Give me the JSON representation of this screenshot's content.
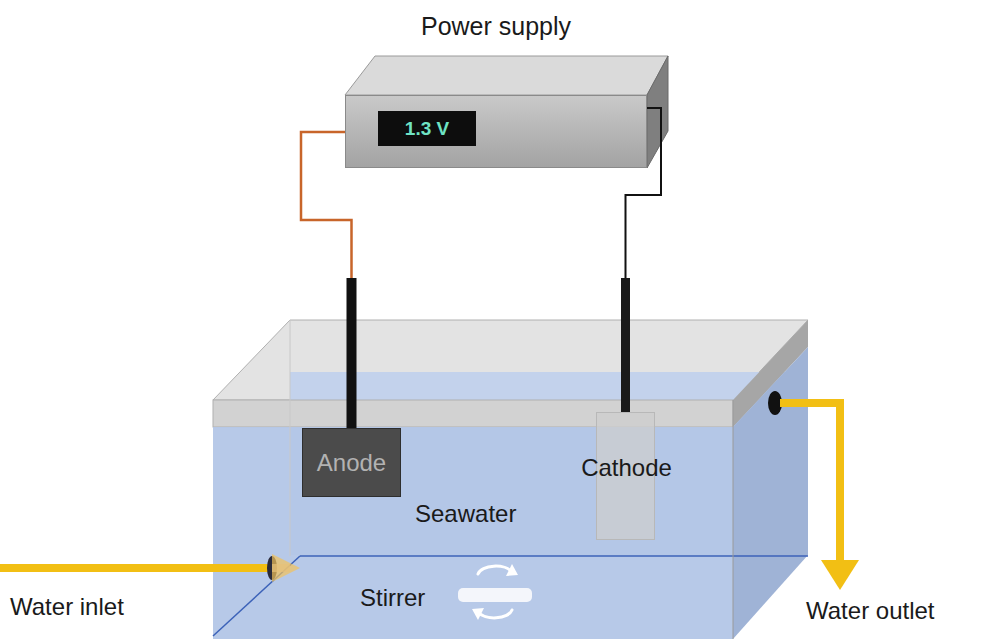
{
  "diagram": {
    "nodes": [
      {
        "text": [
          "Power supply"
        ]
      },
      {
        "text": [
          "1.3 V"
        ],
        "in": 0
      },
      {
        "text": [
          "Seawater"
        ]
      },
      {
        "text": [
          "Anode"
        ],
        "in": 2
      },
      {
        "text": [
          "Cathode"
        ],
        "in": 2
      }
    ],
    "edges": [
      {
        "from": 0,
        "to": 3,
        "arrow": "none"
      },
      {
        "from": 0,
        "to": 4,
        "arrow": "none"
      }
    ],
    "labels": [
      "Stirrer",
      "Water inlet",
      "Water outlet"
    ]
  }
}
